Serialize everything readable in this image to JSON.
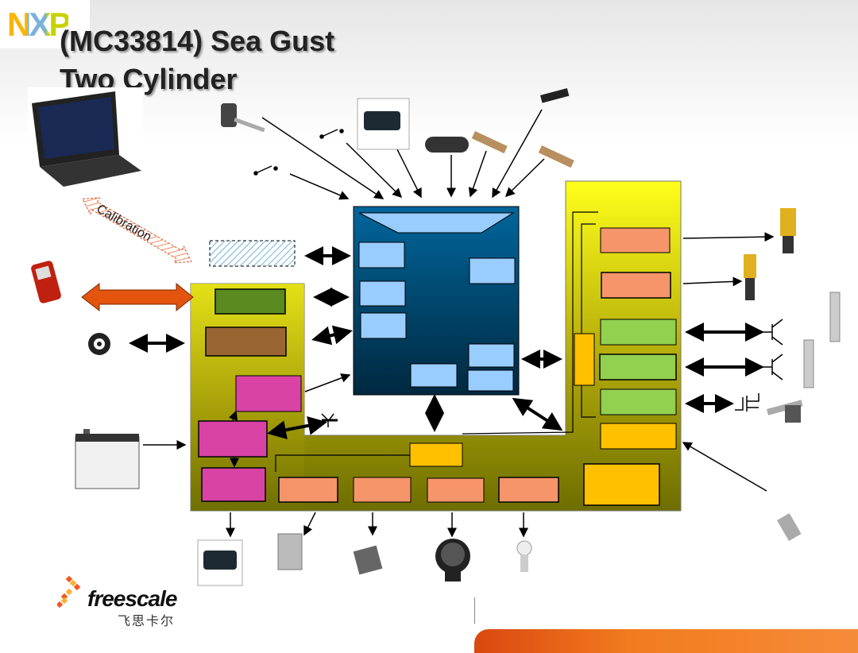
{
  "slide": {
    "title_line1": "(MC33814)  Sea Gust",
    "title_line2": "Two Cylinder",
    "calibration_label": "Calibration",
    "nxp_logo_text": "NXP",
    "freescale_logo_text": "freescale",
    "freescale_chinese_text": "飞思卡尔"
  },
  "colors": {
    "mcu_blue": "#005d8f",
    "peripheral_blue": "#99ccff",
    "salmon": "#f7956a",
    "green_light": "#92d050",
    "green_dark": "#5a8a20",
    "brown": "#996633",
    "magenta": "#d943a5",
    "amber": "#ffc000",
    "orange_arrow": "#e3540e",
    "yellow": "#ffff1a",
    "olive": "#707000"
  }
}
